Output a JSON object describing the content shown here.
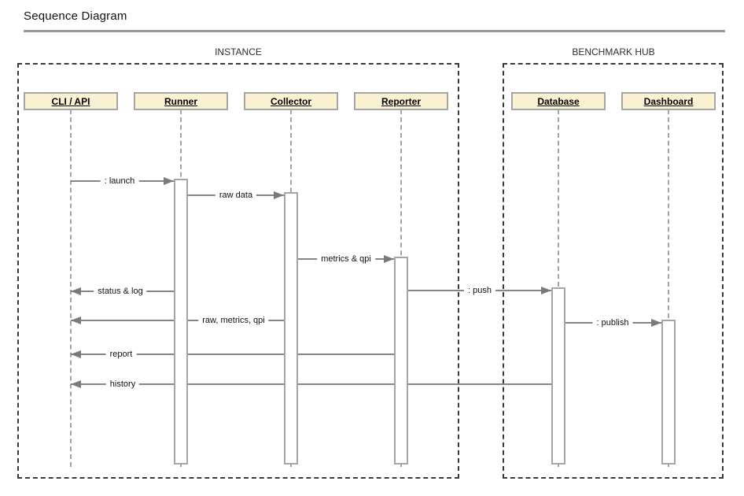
{
  "page": {
    "title": "Sequence Diagram"
  },
  "frames": [
    {
      "label": "INSTANCE",
      "contains": [
        "CLI / API",
        "Runner",
        "Collector",
        "Reporter"
      ]
    },
    {
      "label": "BENCHMARK HUB",
      "contains": [
        "Database",
        "Dashboard"
      ]
    }
  ],
  "actors": [
    {
      "label": "CLI / API"
    },
    {
      "label": "Runner"
    },
    {
      "label": "Collector"
    },
    {
      "label": "Reporter"
    },
    {
      "label": "Database"
    },
    {
      "label": "Dashboard"
    }
  ],
  "messages": [
    {
      "label": ": launch",
      "from": "CLI / API",
      "to": "Runner",
      "direction": "right"
    },
    {
      "label": "raw data",
      "from": "Runner",
      "to": "Collector",
      "direction": "right"
    },
    {
      "label": "metrics & qpi",
      "from": "Collector",
      "to": "Reporter",
      "direction": "right"
    },
    {
      "label": "status & log",
      "from": "Runner",
      "to": "CLI / API",
      "direction": "left"
    },
    {
      "label": ": push",
      "from": "Reporter",
      "to": "Database",
      "direction": "right"
    },
    {
      "label": "raw, metrics, qpi",
      "from": "Collector",
      "to": "CLI / API",
      "direction": "left"
    },
    {
      "label": ": publish",
      "from": "Database",
      "to": "Dashboard",
      "direction": "right"
    },
    {
      "label": "report",
      "from": "Reporter",
      "to": "CLI / API",
      "direction": "left"
    },
    {
      "label": "history",
      "from": "Database",
      "to": "CLI / API",
      "direction": "left"
    }
  ],
  "colors": {
    "actor_fill": "#FAF0D2",
    "actor_border": "#A5A5A5",
    "message_line": "#858585",
    "arrowhead": "#7A7A7A",
    "lifeline": "#A3A3A3",
    "frame_border": "#3A3A3A",
    "title_rule": "#9A9A9A",
    "text": "#111111",
    "background": "#FFFFFF"
  }
}
